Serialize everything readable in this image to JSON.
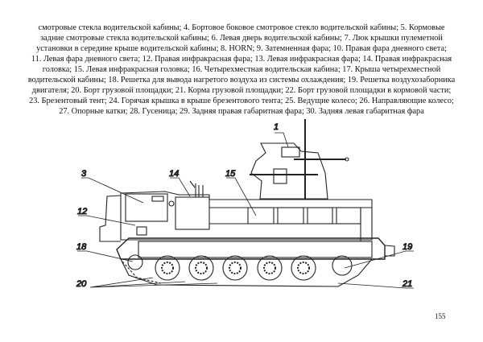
{
  "caption_lines": [
    "смотровые стекла водительской кабины; 4. Бортовое боковое смотровое стекло водительской кабины; 5. Кормовые",
    "задние смотровые стекла водительской кабины; 6. Левая дверь водительской кабины; 7. Люк крышки пулеметной",
    "установки в середине крыше водительской кабины; 8. HORN; 9. Затемненная фара; 10. Правая фара дневного света;",
    "11. Левая фара дневного света; 12. Правая инфракрасная фара; 13. Левая инфракрасная фара; 14. Правая инфракрасная",
    "головка; 15. Левая инфракрасная головка; 16. Четырехместная водительская кабина; 17. Крыша четырехместной",
    "водительской кабины; 18. Решетка для вывода нагретого воздуха из системы охлаждения; 19. Решетка воздухозаборника",
    "двигателя; 20. Борт грузовой площадки; 21. Корма грузовой площадки; 22. Борт грузовой площадки в кормовой части;",
    "23. Брезентовый тент; 24. Горячая крышка в крыше брезентового тента; 25. Ведущие колесо; 26. Направляющие колесо;",
    "27. Опорные катки; 28. Гусеница; 29. Задняя правая габаритная фара; 30. Задняя левая габаритная фара"
  ],
  "figure": {
    "callouts": [
      "1",
      "3",
      "14",
      "15",
      "12",
      "18",
      "19",
      "20",
      "21"
    ]
  },
  "page_number": "155"
}
